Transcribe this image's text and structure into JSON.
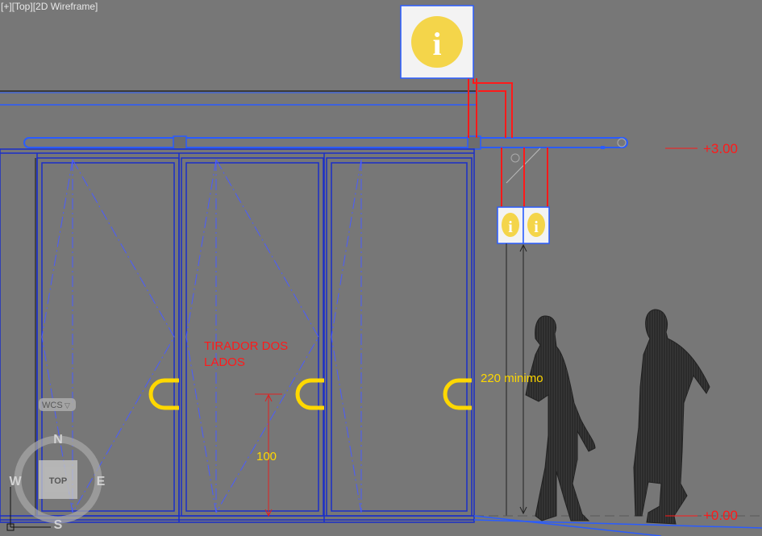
{
  "viewport": {
    "label": "[+][Top][2D Wireframe]"
  },
  "annotations": {
    "handle_note_line1": "TIRADOR  DOS",
    "handle_note_line2": "LADOS",
    "min_height": "220  minimo",
    "handle_height": "100",
    "level_top": "+3.00",
    "level_floor": "+0.00"
  },
  "signs": {
    "glyph": "i"
  },
  "viewcube": {
    "face": "TOP",
    "north": "N",
    "south": "S",
    "east": "E",
    "west": "W",
    "ucs": "WCS",
    "ucs_arrow": "▽"
  },
  "colors": {
    "background": "#777777",
    "door": "#1a2fc8",
    "rail": "#2a5cff",
    "red": "#ff1a1a",
    "yellow": "#ffd800",
    "sign_yellow": "#f4d54a"
  }
}
